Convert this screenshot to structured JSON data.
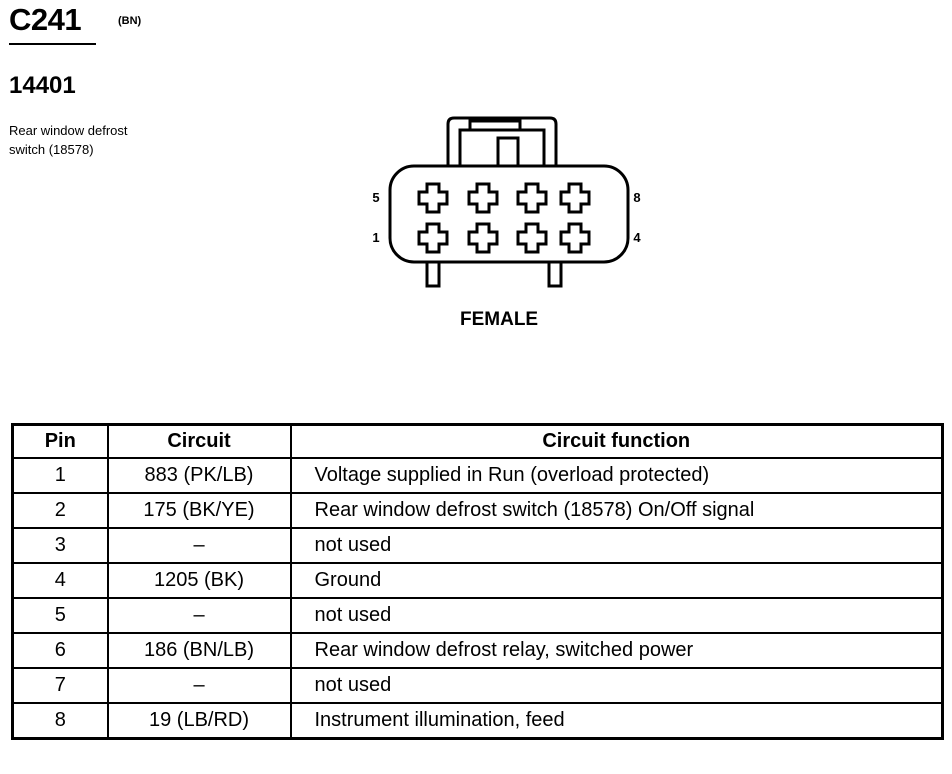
{
  "connector": {
    "id": "C241",
    "color_code": "(BN)",
    "part_number": "14401",
    "description_line1": "Rear window defrost",
    "description_line2": "switch (18578)"
  },
  "diagram": {
    "pin_labels": {
      "top_left": "5",
      "bottom_left": "1",
      "top_right": "8",
      "bottom_right": "4"
    },
    "gender": "FEMALE"
  },
  "table": {
    "headers": [
      "Pin",
      "Circuit",
      "Circuit function"
    ],
    "rows": [
      {
        "pin": "1",
        "circuit": "883 (PK/LB)",
        "function": "Voltage supplied in Run (overload protected)"
      },
      {
        "pin": "2",
        "circuit": "175 (BK/YE)",
        "function": "Rear window defrost switch (18578) On/Off signal"
      },
      {
        "pin": "3",
        "circuit": "–",
        "function": "not used"
      },
      {
        "pin": "4",
        "circuit": "1205 (BK)",
        "function": "Ground"
      },
      {
        "pin": "5",
        "circuit": "–",
        "function": "not used"
      },
      {
        "pin": "6",
        "circuit": "186 (BN/LB)",
        "function": "Rear window defrost relay, switched power"
      },
      {
        "pin": "7",
        "circuit": "–",
        "function": "not used"
      },
      {
        "pin": "8",
        "circuit": "19 (LB/RD)",
        "function": "Instrument illumination, feed"
      }
    ]
  }
}
